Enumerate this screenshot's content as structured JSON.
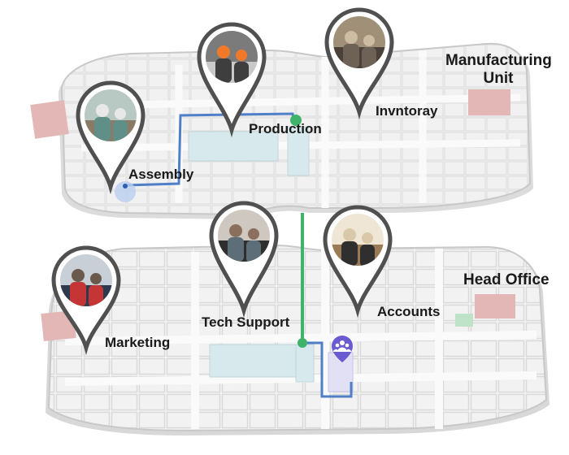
{
  "map": {
    "zones": [
      {
        "name": "Manufacturing\nUnit",
        "line1": "Manufacturing",
        "line2": "Unit"
      },
      {
        "name": "Head Office"
      }
    ],
    "locations": [
      {
        "label": "Assembly",
        "photo": "workers-in-lab-coats"
      },
      {
        "label": "Production",
        "photo": "industrial-machinery"
      },
      {
        "label": "Invntoray",
        "photo": "warehouse-shelves"
      },
      {
        "label": "Tech Support",
        "photo": "support-agent-headset"
      },
      {
        "label": "Accounts",
        "photo": "calculator-and-papers"
      },
      {
        "label": "Marketing",
        "photo": "team-meeting"
      }
    ],
    "route_color": "#4f7fc7",
    "elevator_color": "#3fb36a",
    "pin_color": "#505050",
    "destination_marker": "people-icon",
    "destination_color": "#6a5bd0"
  }
}
